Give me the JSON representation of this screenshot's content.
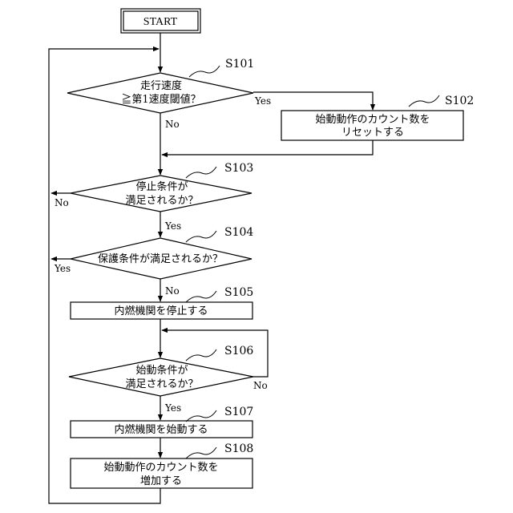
{
  "start": "START",
  "steps": {
    "s101": {
      "id": "S101",
      "lines": [
        "走行速度",
        "≧第1速度閾値？"
      ]
    },
    "s102": {
      "id": "S102",
      "lines": [
        "始動動作のカウント数を",
        "リセットする"
      ]
    },
    "s103": {
      "id": "S103",
      "lines": [
        "停止条件が",
        "満足されるか？"
      ]
    },
    "s104": {
      "id": "S104",
      "lines": [
        "保護条件が満足されるか？"
      ]
    },
    "s105": {
      "id": "S105",
      "lines": [
        "内燃機関を停止する"
      ]
    },
    "s106": {
      "id": "S106",
      "lines": [
        "始動条件が",
        "満足されるか？"
      ]
    },
    "s107": {
      "id": "S107",
      "lines": [
        "内燃機関を始動する"
      ]
    },
    "s108": {
      "id": "S108",
      "lines": [
        "始動動作のカウント数を",
        "増加する"
      ]
    }
  },
  "labels": {
    "s101_yes": "Yes",
    "s101_no": "No",
    "s103_no": "No",
    "s103_yes": "Yes",
    "s104_yes": "Yes",
    "s104_no": "No",
    "s106_no": "No",
    "s106_yes": "Yes"
  }
}
